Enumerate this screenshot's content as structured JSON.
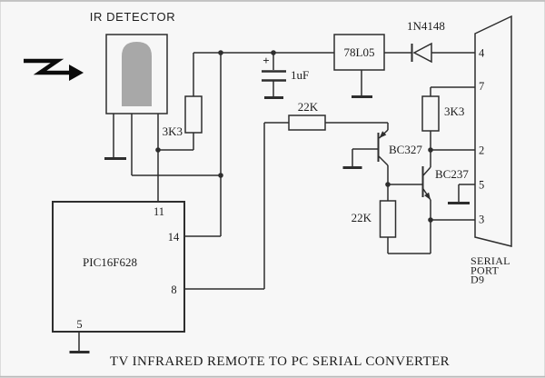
{
  "title": "TV INFRARED REMOTE TO PC SERIAL CONVERTER",
  "labels": {
    "ir_detector": "IR DETECTOR",
    "resistor_ir_pullup": "3K3",
    "capacitor": "1uF",
    "capacitor_polarity": "+",
    "resistor_base": "22K",
    "regulator": "78L05",
    "diode": "1N4148",
    "resistor_serial_pullup": "3K3",
    "transistor_pnp": "BC327",
    "transistor_npn": "BC237",
    "resistor_feedback": "22K",
    "mcu": "PIC16F628",
    "serial_port_line1": "SERIAL",
    "serial_port_line2": "PORT",
    "serial_port_line3": "D9"
  },
  "mcu_pins": {
    "p11": "11",
    "p14": "14",
    "p8": "8",
    "p5": "5"
  },
  "d9_pins": {
    "p4": "4",
    "p7": "7",
    "p2": "2",
    "p5": "5",
    "p3": "3"
  },
  "colors": {
    "background": "#f7f7f7",
    "wire": "#2e2e2e",
    "text": "#1c1c1c",
    "ir_dome": "#a8a8a8",
    "border": "#b9b9b9",
    "arrow": "#0b0b0b"
  }
}
